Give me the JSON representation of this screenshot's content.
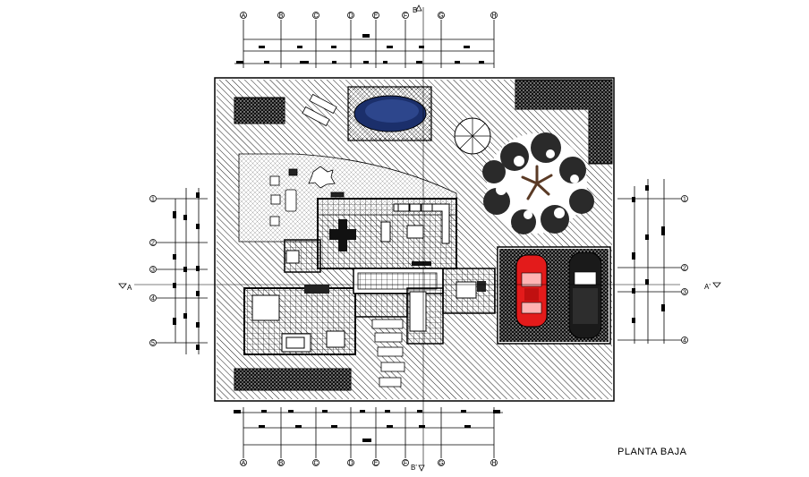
{
  "drawing": {
    "title": "PLANTA BAJA",
    "grid_top": [
      "A",
      "B",
      "C",
      "D",
      "E",
      "F",
      "G",
      "H"
    ],
    "grid_bottom": [
      "A",
      "B",
      "C",
      "D",
      "E",
      "F",
      "G",
      "H"
    ],
    "grid_left": [
      "1",
      "2",
      "3",
      "4",
      "5"
    ],
    "grid_right": [
      "1",
      "2",
      "3",
      "4"
    ],
    "section_a_left": "A",
    "section_a_right": "A'",
    "section_b_top": "B",
    "section_b_bottom": "B'",
    "colors": {
      "line": "#000000",
      "background": "#ffffff",
      "car": "#e31b1b",
      "pool": "#1b2f6b"
    }
  }
}
